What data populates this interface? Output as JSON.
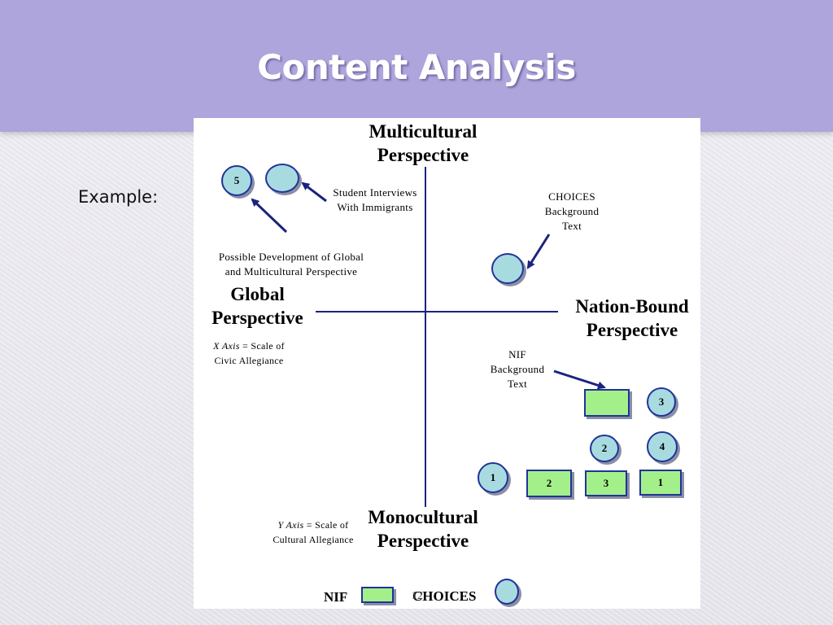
{
  "slide": {
    "title": "Content Analysis",
    "example_label": "Example:"
  },
  "diagram": {
    "axis_labels": {
      "top": "Multicultural\nPerspective",
      "bottom": "Monocultural\nPerspective",
      "left": "Global\nPerspective",
      "right": "Nation-Bound\nPerspective"
    },
    "x_axis_note": {
      "italic": "X Axis",
      "rest": " = Scale of\nCivic Allegiance"
    },
    "y_axis_note": {
      "italic": "Y Axis",
      "rest": " = Scale of\nCultural Allegiance"
    },
    "annotations": {
      "student_interviews": "Student Interviews\nWith Immigrants",
      "choices_background": "CHOICES\nBackground\nText",
      "possible_development": "Possible Development of Global\nand Multicultural Perspective",
      "nif_background": "NIF\nBackground\nText"
    },
    "circle_labels": {
      "c5": "5",
      "c3": "3",
      "c2": "2",
      "c4": "4",
      "c1": "1"
    },
    "rect_labels": {
      "r2": "2",
      "r3": "3",
      "r1": "1"
    },
    "legend": {
      "nif": "NIF",
      "choices": "CHOICES",
      "page_number": "12"
    },
    "colors": {
      "circle_fill": "#a8dbe0",
      "rect_fill": "#a3f08a",
      "outline": "#223399",
      "axis": "#1a237e",
      "banner": "#ada5db"
    }
  }
}
